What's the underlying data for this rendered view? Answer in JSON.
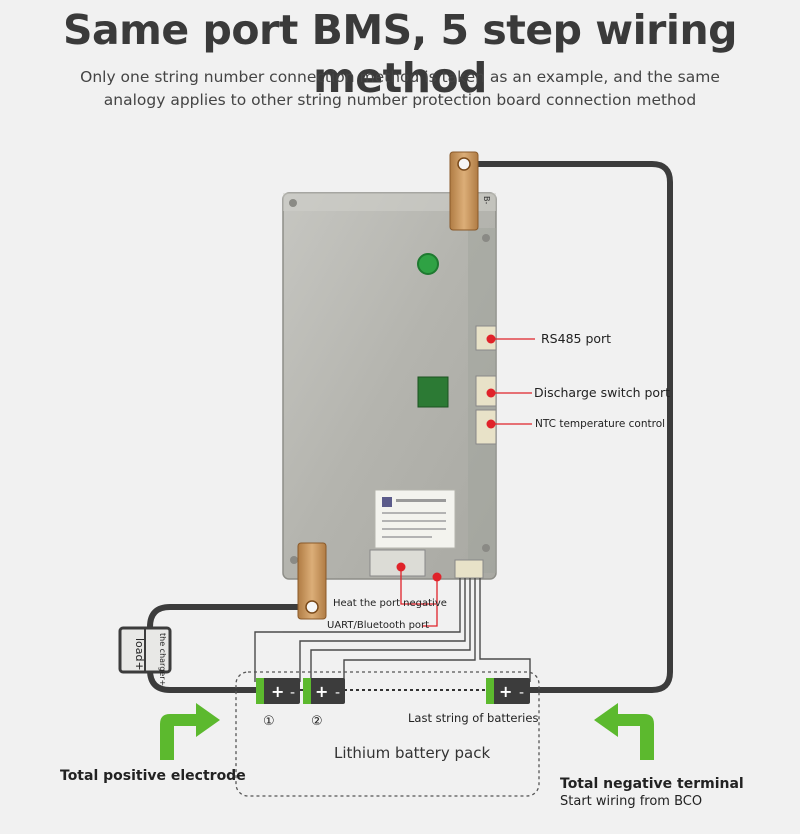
{
  "header": {
    "title": "Same port BMS, 5 step wiring method",
    "subtitle_line1": "Only one string number connection method is taken as an example, and the same",
    "subtitle_line2": "analogy applies to other string number protection board connection method"
  },
  "ports": {
    "rs485": "RS485 port",
    "discharge_switch": "Discharge switch port",
    "ntc": "NTC temperature control",
    "heat_negative": "Heat the port negative",
    "uart_bluetooth": "UART/Bluetooth port"
  },
  "board": {
    "b_minus_label": "B-"
  },
  "load": {
    "load_label": "load+",
    "charger_label": "the charger+"
  },
  "battery": {
    "pack_label": "Lithium battery pack",
    "last_string_label": "Last string of batteries",
    "string1": "①",
    "string2": "②",
    "plus": "+",
    "minus": "-"
  },
  "terminals": {
    "positive": "Total positive electrode",
    "negative": "Total negative terminal",
    "negative_note": "Start wiring from BCO"
  },
  "colors": {
    "marker_red": "#e0232a",
    "arrow_green": "#5cb92e",
    "board_grey": "#b7b7b2",
    "copper": "#c8965c"
  }
}
